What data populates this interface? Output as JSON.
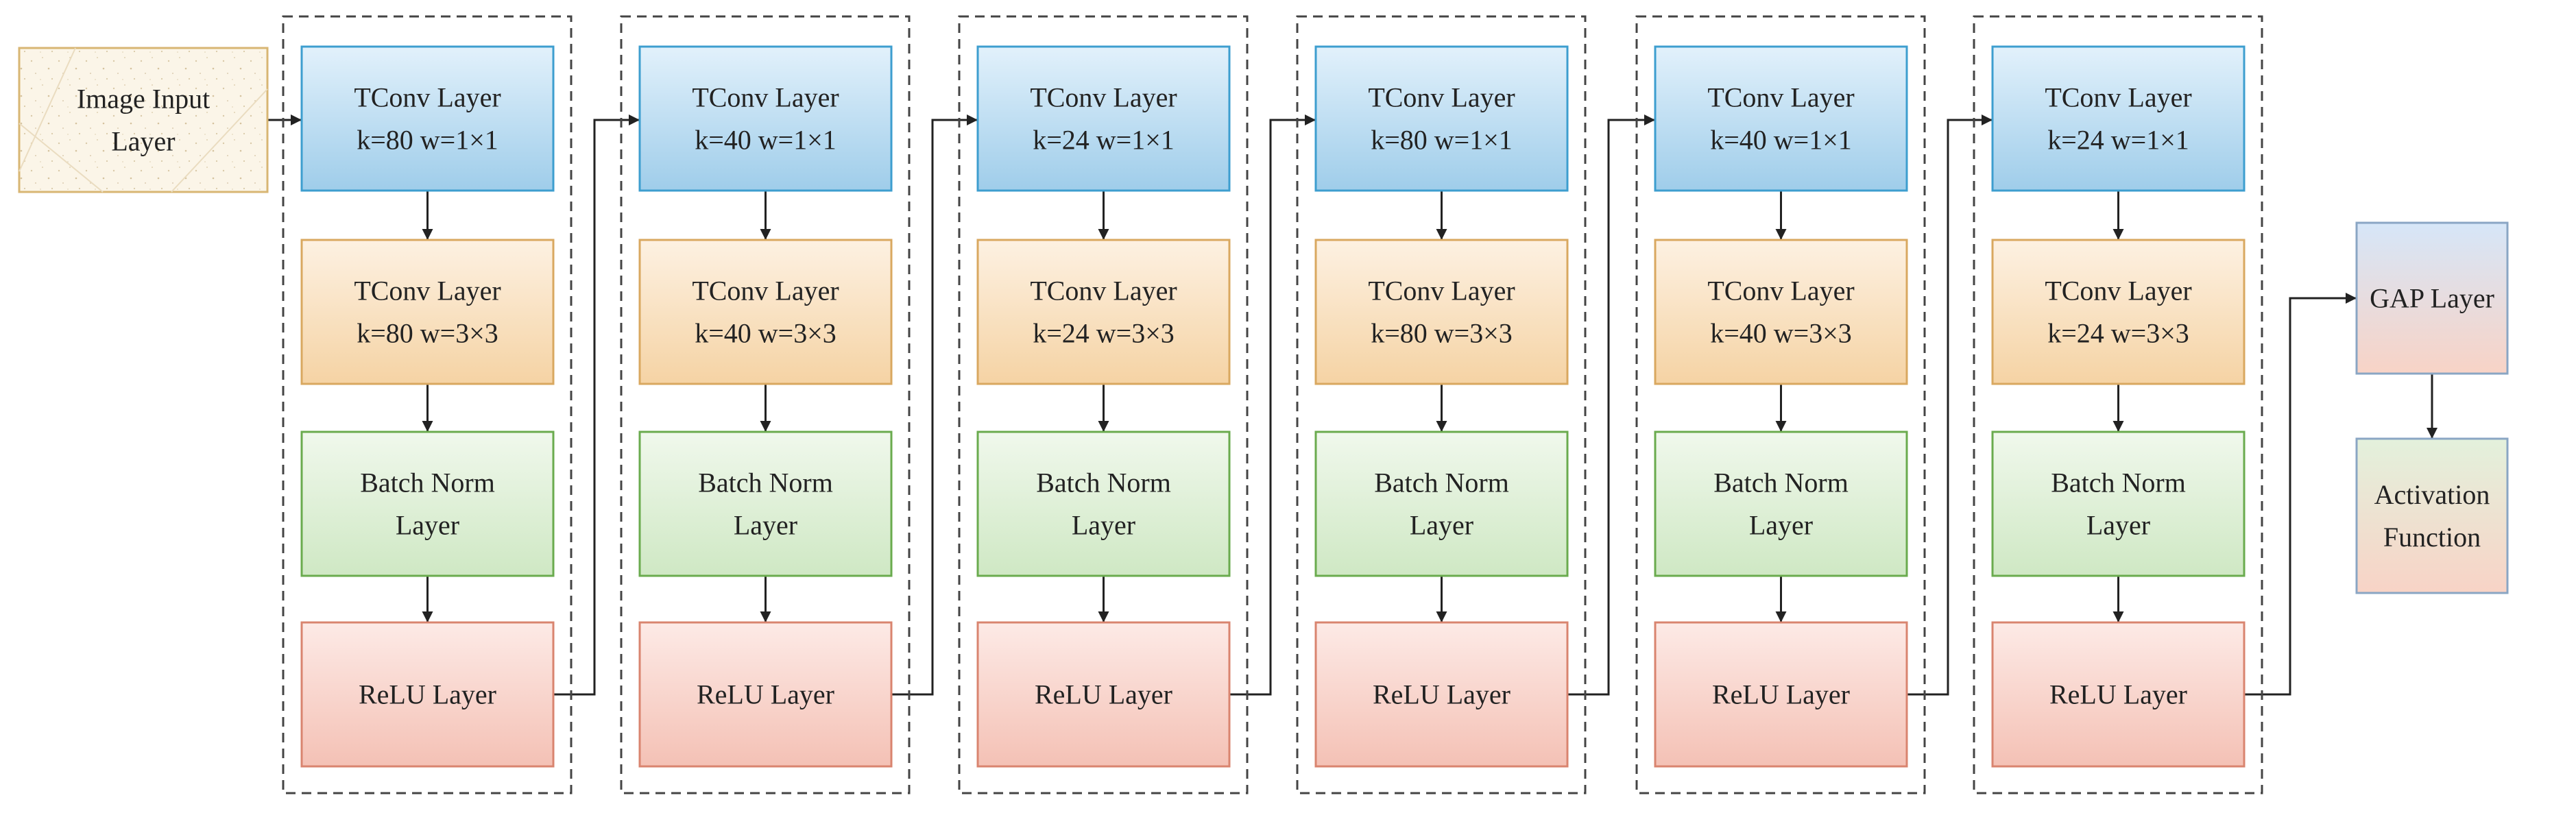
{
  "input": {
    "line1": "Image Input",
    "line2": "Layer"
  },
  "blocks": [
    {
      "tconv1": {
        "line1": "TConv Layer",
        "line2": "k=80 w=1×1"
      },
      "tconv2": {
        "line1": "TConv Layer",
        "line2": "k=80 w=3×3"
      },
      "bn": {
        "line1": "Batch Norm",
        "line2": "Layer"
      },
      "relu": {
        "line1": "ReLU Layer"
      }
    },
    {
      "tconv1": {
        "line1": "TConv Layer",
        "line2": "k=40 w=1×1"
      },
      "tconv2": {
        "line1": "TConv Layer",
        "line2": "k=40 w=3×3"
      },
      "bn": {
        "line1": "Batch Norm",
        "line2": "Layer"
      },
      "relu": {
        "line1": "ReLU Layer"
      }
    },
    {
      "tconv1": {
        "line1": "TConv Layer",
        "line2": "k=24 w=1×1"
      },
      "tconv2": {
        "line1": "TConv Layer",
        "line2": "k=24 w=3×3"
      },
      "bn": {
        "line1": "Batch Norm",
        "line2": "Layer"
      },
      "relu": {
        "line1": "ReLU Layer"
      }
    },
    {
      "tconv1": {
        "line1": "TConv Layer",
        "line2": "k=80 w=1×1"
      },
      "tconv2": {
        "line1": "TConv Layer",
        "line2": "k=80 w=3×3"
      },
      "bn": {
        "line1": "Batch Norm",
        "line2": "Layer"
      },
      "relu": {
        "line1": "ReLU Layer"
      }
    },
    {
      "tconv1": {
        "line1": "TConv Layer",
        "line2": "k=40 w=1×1"
      },
      "tconv2": {
        "line1": "TConv Layer",
        "line2": "k=40 w=3×3"
      },
      "bn": {
        "line1": "Batch Norm",
        "line2": "Layer"
      },
      "relu": {
        "line1": "ReLU Layer"
      }
    },
    {
      "tconv1": {
        "line1": "TConv Layer",
        "line2": "k=24 w=1×1"
      },
      "tconv2": {
        "line1": "TConv Layer",
        "line2": "k=24 w=3×3"
      },
      "bn": {
        "line1": "Batch Norm",
        "line2": "Layer"
      },
      "relu": {
        "line1": "ReLU Layer"
      }
    }
  ],
  "gap": {
    "line1": "GAP Layer"
  },
  "activation": {
    "line1": "Activation",
    "line2": "Function"
  },
  "colors": {
    "tconv1_top": "#e2f1fb",
    "tconv1_bottom": "#9fcdea",
    "tconv1_border": "#3d9ecf",
    "tconv2_top": "#fdf1e2",
    "tconv2_bottom": "#f5d3a4",
    "tconv2_border": "#d9a860",
    "bn_top": "#f0f8ec",
    "bn_bottom": "#cfe8c4",
    "bn_border": "#6aab4e",
    "relu_top": "#fdeae6",
    "relu_bottom": "#f4c1b5",
    "relu_border": "#d9846f",
    "input_fill": "#fbf5e8",
    "input_border": "#d8b673",
    "gap_top": "#d6e6f8",
    "gap_bottom": "#f8d3c6",
    "gap_border": "#8aa6c4",
    "act_top": "#e3f1dc",
    "act_bottom": "#f8d3c6",
    "act_border": "#8aa6c4",
    "line": "#222222",
    "dash": "#444444"
  }
}
